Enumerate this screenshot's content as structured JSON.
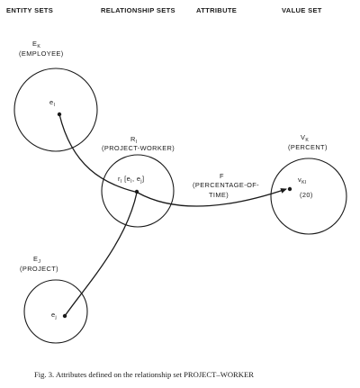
{
  "headers": {
    "entity_sets": "ENTITY SETS",
    "relationship_sets": "RELATIONSHIP SETS",
    "attribute": "ATTRIBUTE",
    "value_set": "VALUE SET"
  },
  "entity_k": {
    "name": "E",
    "sub": "K",
    "desc": "(EMPLOYEE)",
    "element": "e",
    "element_sub": "I"
  },
  "relationship": {
    "name": "R",
    "sub": "I",
    "desc": "(PROJECT-WORKER)",
    "element_base": "r",
    "element_sub": "I",
    "element_args_open": " [e",
    "element_arg1_sub": "I",
    "element_args_mid": ", e",
    "element_arg2_sub": "j",
    "element_args_close": "]"
  },
  "attribute": {
    "name": "F",
    "desc_line1": "(PERCENTAGE-OF-",
    "desc_line2": "TIME)"
  },
  "value_set": {
    "name": "V",
    "sub": "K",
    "desc": "(PERCENT)",
    "element": "v",
    "element_sub": "KI",
    "value": "(20)"
  },
  "entity_j": {
    "name": "E",
    "sub": "J",
    "desc": "(PROJECT)",
    "element": "e",
    "element_sub": "j"
  },
  "caption": "Fig. 3.  Attributes defined on the relationship set PROJECT–WORKER"
}
